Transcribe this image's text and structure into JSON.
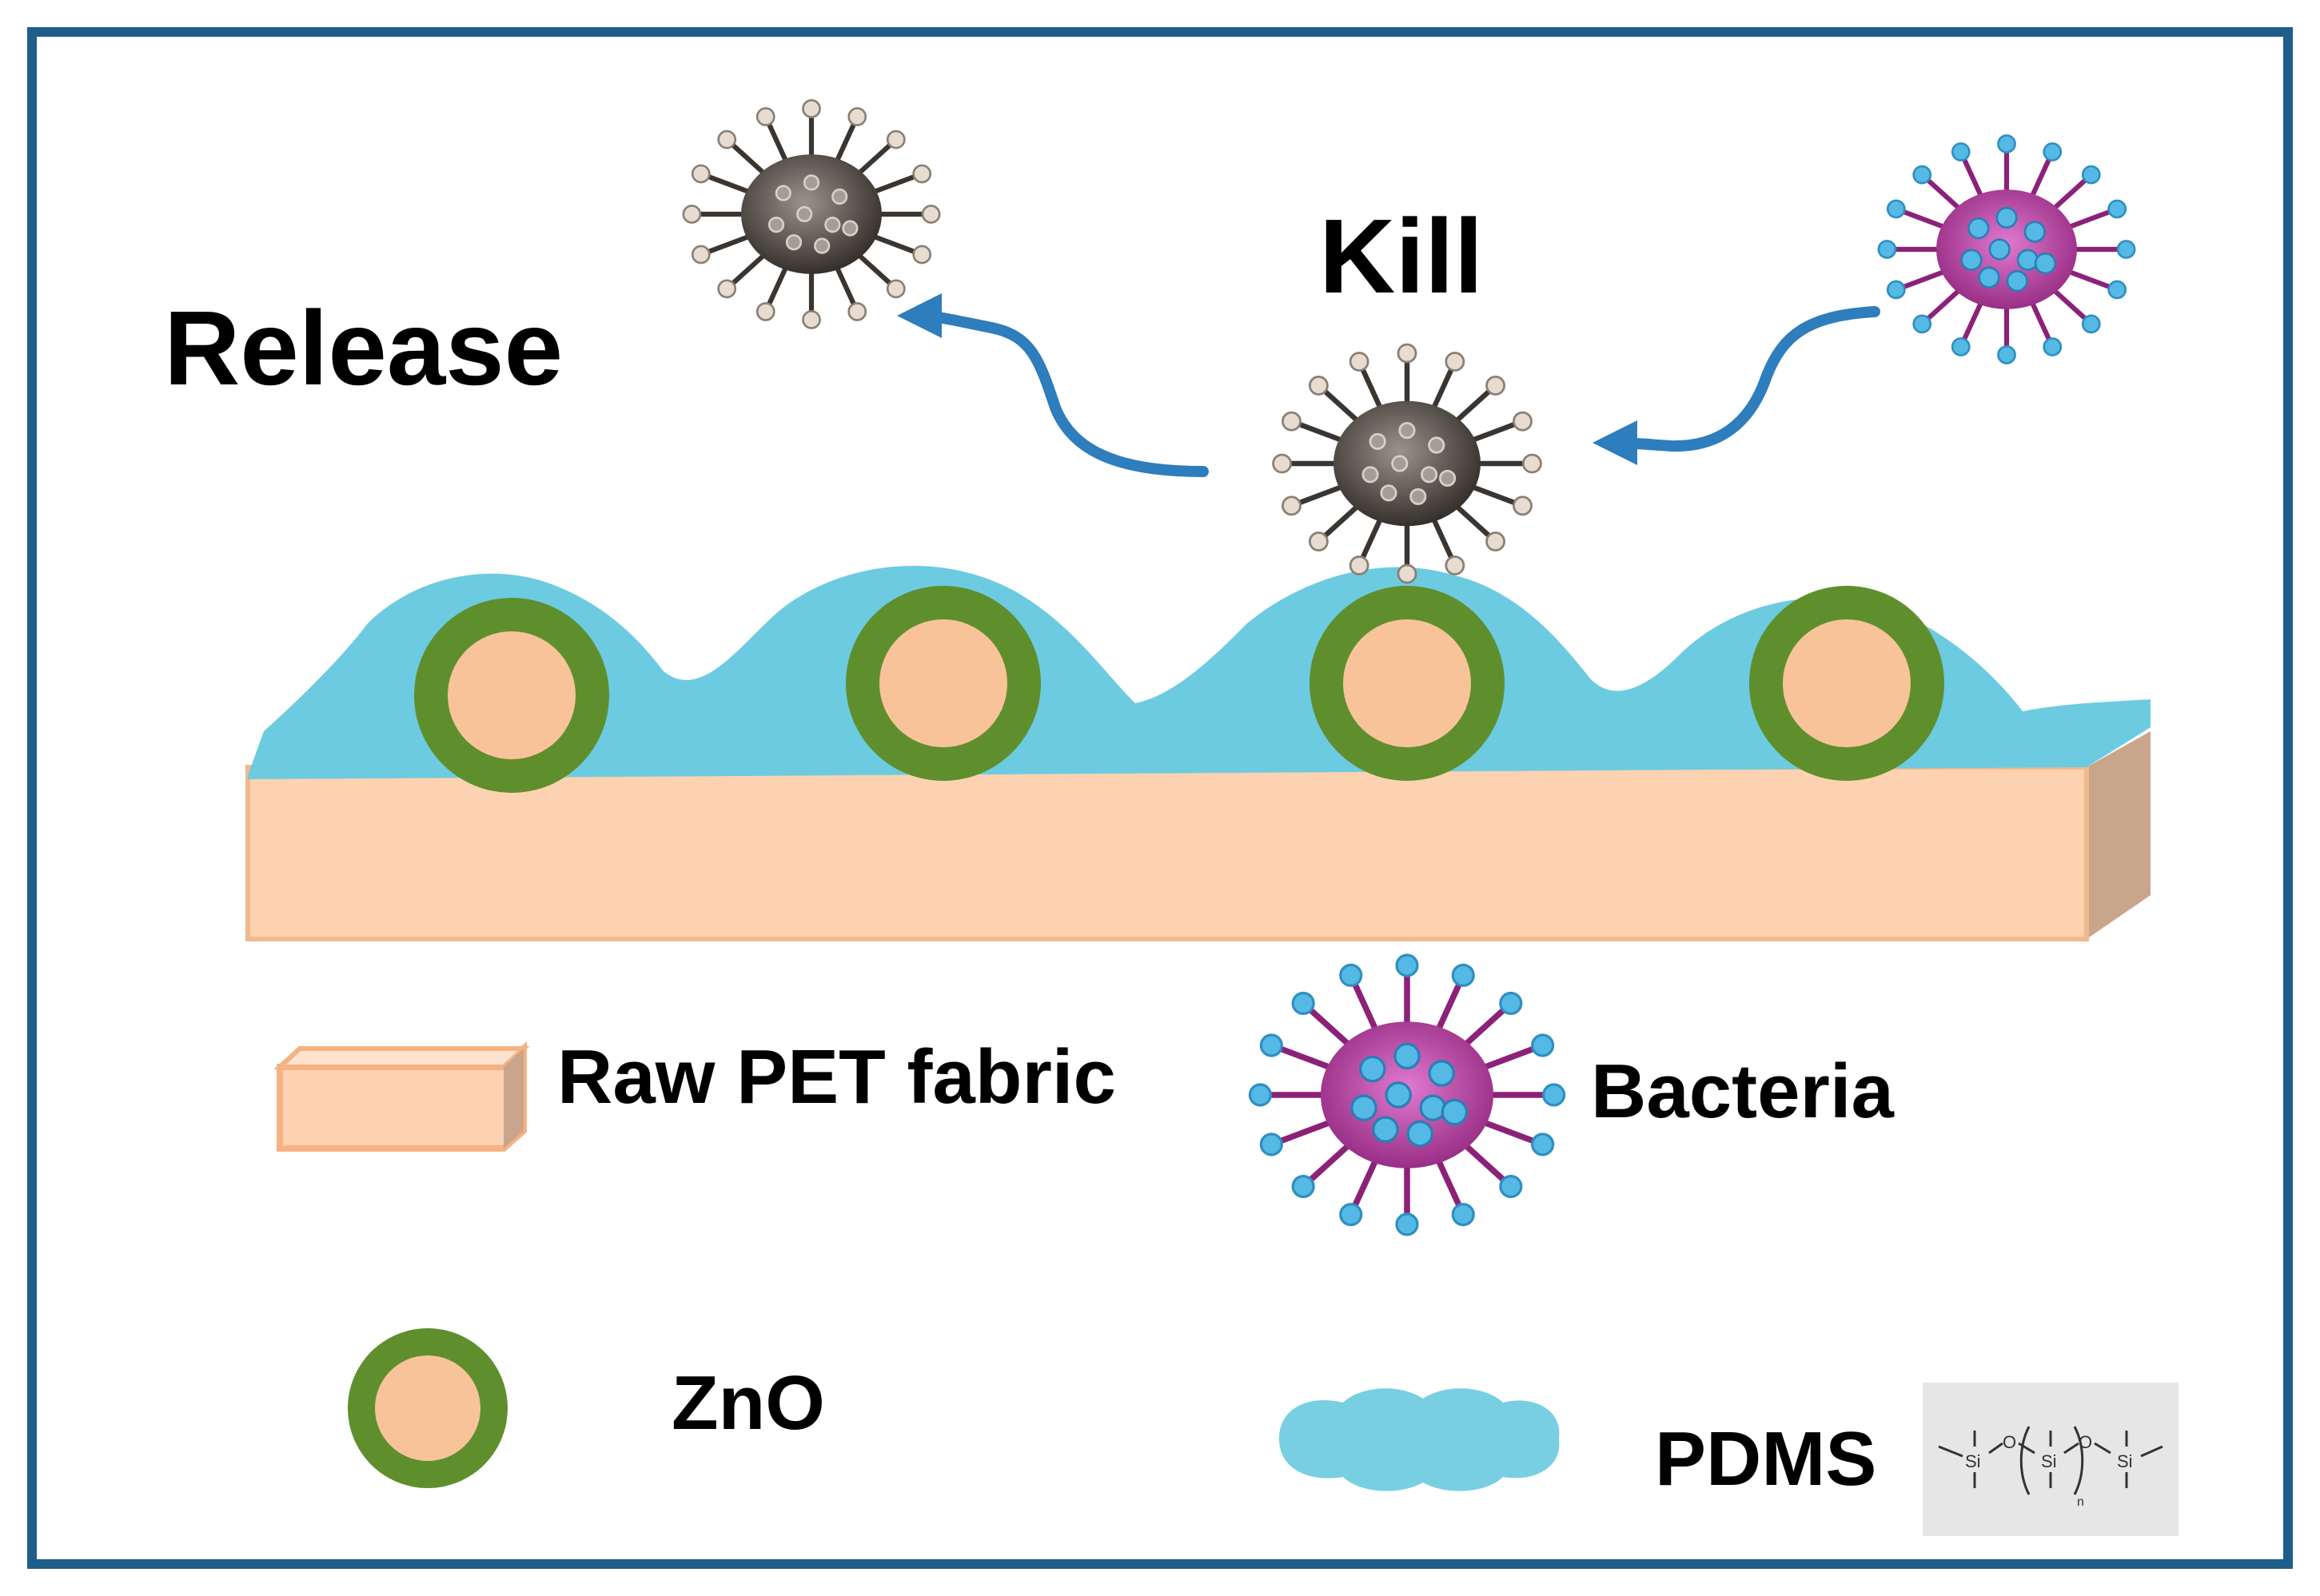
{
  "labels": {
    "release": "Release",
    "kill": "Kill",
    "pet": "Raw PET fabric",
    "bacteria": "Bacteria",
    "zno": "ZnO",
    "pdms": "PDMS"
  },
  "formula": {
    "si": "Si",
    "o": "O",
    "n": "n"
  },
  "colors": {
    "frame": "#1f5e8a",
    "pdms": "#6ccbe0",
    "zno_shell": "#5f8f2c",
    "zno_core": "#f9c39a",
    "fabric": "#fcd2b0",
    "fabric_side": "#c9a58c",
    "arrow": "#2e7dbd",
    "bacteria_body": "#b2399b",
    "bacteria_spot": "#55b9e6",
    "dead_body": "#4b4540"
  }
}
